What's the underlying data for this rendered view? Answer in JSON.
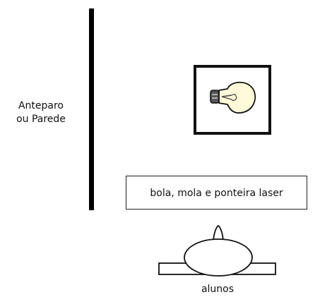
{
  "wall": {
    "label_line1": "Anteparo",
    "label_line2": "ou Parede"
  },
  "light_source": {
    "icon": "light-bulb-icon"
  },
  "objects_box": {
    "label": "bola, mola e ponteira laser"
  },
  "students": {
    "icon": "student-figure-icon",
    "label": "alunos"
  },
  "colors": {
    "line": "#000000",
    "bulb_fill": "#fffbd8",
    "bulb_base": "#555555"
  }
}
